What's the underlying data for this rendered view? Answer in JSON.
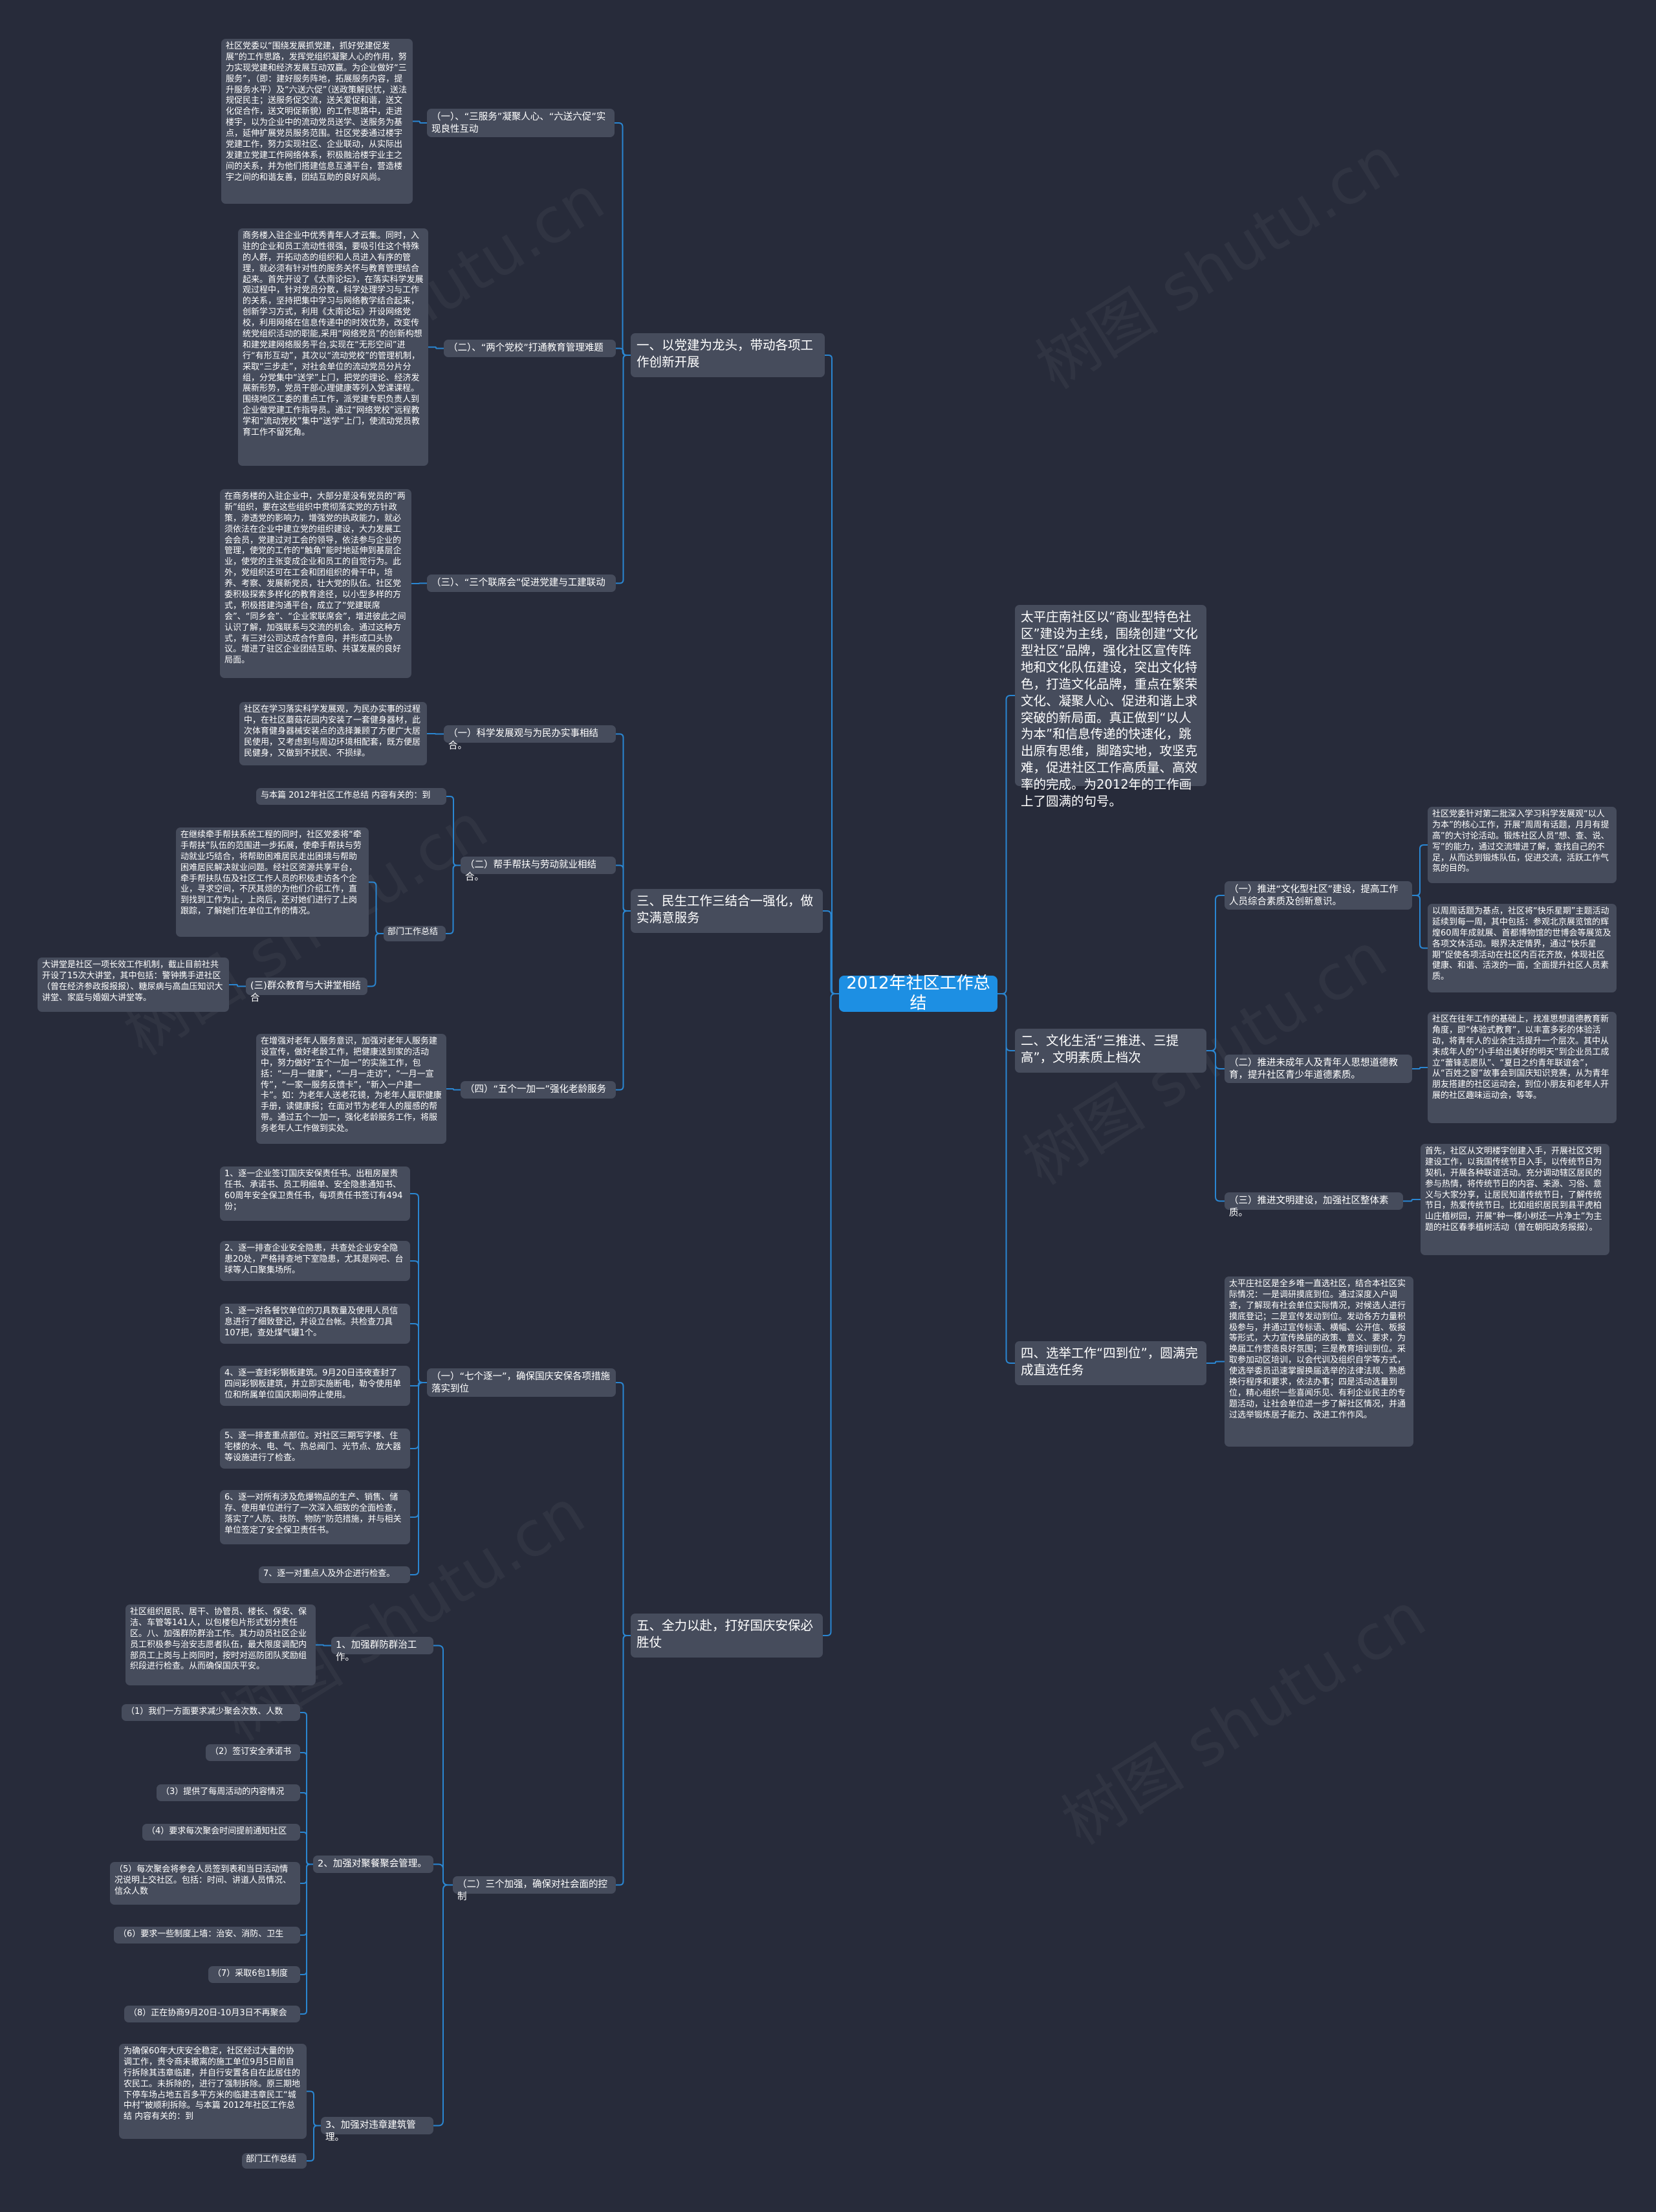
{
  "root": "2012年社区工作总结",
  "watermark": "树图 shutu.cn",
  "colors": {
    "background": "#272b3a",
    "node": "#464c5c",
    "root": "#1d8fe3",
    "line": "#2a86d1"
  },
  "branches": [
    "一、以党建为龙头，带动各项工作创新开展",
    "三、民生工作三结合一强化，做实满意服务",
    "五、全力以赴，打好国庆安保必胜仗",
    "太平庄南社区以“商业型特色社区”建设为主线，围绕创建“文化型社区”品牌，强化社区宣传阵地和文化队伍建设，突出文化特色，打造文化品牌，重点在繁荣文化、凝聚人心、促进和谐上求突破的新局面。真正做到“以人为本”和信息传递的快速化，跳出原有思维，脚踏实地，攻坚克难，促进社区工作高质量、高效率的完成。为2012年的工作画上了圆满的句号。",
    "二、文化生活“三推进、三提高”，文明素质上档次",
    "四、选举工作“四到位”，圆满完成直选任务"
  ],
  "subs": [
    "（一）、“三服务”凝聚人心、“六送六促”实现良性互动",
    "（二）、“两个党校”打通教育管理难题",
    "（三）、“三个联席会”促进党建与工建联动",
    "（一）科学发展观与为民办实事相结合。",
    "（二）帮手帮扶与劳动就业相结合。",
    "部门工作总结",
    "(三)群众教育与大讲堂相结合",
    "（四）“五个一加一”强化老龄服务",
    "（一）“七个逐一”，确保国庆安保各项措施落实到位",
    "（二）三个加强，确保对社会面的控制",
    "1、加强群防群治工作。",
    "2、加强对聚餐聚会管理。",
    "3、加强对违章建筑管理。",
    "（一）推进“文化型社区”建设，提高工作人员综合素质及创新意识。",
    "（二）推进未成年人及青年人思想道德教育，提升社区青少年道德素质。",
    "（三）推进文明建设，加强社区整体素质。"
  ],
  "leaves": [
    "社区党委以“围绕发展抓党建，抓好党建促发展”的工作思路，发挥党组织凝聚人心的作用，努力实现党建和经济发展互动双赢。为企业做好“三服务”，（即：建好服务阵地，拓展服务内容，提升服务水平）及“六送六促”（送政策解民忧，送法规促民主；送服务促交流，送关爱促和谐，送文化促合作，送文明促新貌）的工作思路中，走进楼宇，以为企业中的流动党员送学、送服务为基点，延伸扩展党员服务范围。社区党委通过楼宇党建工作，努力实现社区、企业联动，从实际出发建立党建工作网络体系，积极融洽楼宇业主之间的关系，并为他们搭建信息互通平台，营造楼宇之间的和谐友善，团结互助的良好风尚。",
    "商务楼入驻企业中优秀青年人才云集。同时，入驻的企业和员工流动性很强，要吸引住这个特殊的人群，开拓动态的组织和人员进入有序的管理，就必须有针对性的服务关怀与教育管理结合起来。首先开设了《太南论坛》，在落实科学发展观过程中，针对党员分散，科学处理学习与工作的关系，坚持把集中学习与网络教学结合起来，创新学习方式，利用《太南论坛》开设网络党校，利用网络在信息传递中的时效优势，改变传统党组织活动的职能,采用“网络党员”的创新构想和建党建网络服务平台,实现在“无形空间”进行“有形互动”，其次以“流动党校”的管理机制，采取“三步走”，对社会单位的流动党员分片分组，分党集中“送学”上门，把党的理论、经济发展新形势，党员干部心理健康等列入党课课程。围绕地区工委的重点工作，派党建专职负责人到企业做党建工作指导员。通过“网络党校”远程教学和“流动党校”集中“送学”上门，使流动党员教育工作不留死角。",
    "在商务楼的入驻企业中，大部分是没有党员的“两新”组织，要在这些组织中贯彻落实党的方针政策，渗透党的影响力，增强党的执政能力，就必须依法在企业中建立党的组织建设，大力发展工会会员，党建过对工会的领导，依法参与企业的管理，使党的工作的“触角”能时地延伸到基层企业，使党的主张变成企业和员工的自觉行为。此外，党组织还可在工会和团组织的骨干中，培养、考察、发展新党员，壮大党的队伍。社区党委积极探索多样化的教育途径，以小型多样的方式，积极搭建沟通平台，成立了“党建联席会”、“同乡会”、“企业家联席会”，增进彼此之间认识了解，加强联系与交流的机会。通过这种方式，有三对公司达成合作意向，并形成口头协议。增进了驻区企业团结互助、共谋发展的良好局面。",
    "社区在学习落实科学发展观，为民办实事的过程中，在社区蘑菇花园内安装了一套健身器材，此次体育健身器械安装点的选择兼顾了方便广大居民使用，又考虑到与周边环境相配套，既方便居民健身，又做到不扰民、不损绿。",
    "与本篇 2012年社区工作总结 内容有关的：到",
    "在继续牵手帮扶系统工程的同时，社区党委将“牵手帮扶”队伍的范围进一步拓展，使牵手帮扶与劳动就业巧结合，将帮助困难居民走出困境与帮助困难居民解决就业问题。经社区资源共享平台，牵手帮扶队伍及社区工作人员的积极走访各个企业，寻求空间，不厌其烦的为他们介绍工作，直到找到工作为止，上岗后，还对她们进行了上岗跟踪，了解她们在单位工作的情况。",
    "大讲堂是社区一项长效工作机制，截止目前社共开设了15次大讲堂，其中包括：警钟携手进社区（曾在经济参政报报报）、糖尿病与高血压知识大讲堂、家庭与婚姻大讲堂等。",
    "在增强对老年人服务意识，加强对老年人服务建设宣传，做好老龄工作，把健康送到家的活动中，努力做好“五个一加一”的实施工作，包括：“一月一健康”，“一月一走访”，“一月一宣传”，“一家一服务反馈卡”，“新入一户建一卡”。如：为老年人送老花镜，为老年人履职健康手册，读健康报；在面对节为老年人的履感的帮带。通过五个一加一，强化老龄服务工作，将服务老年人工作做到实处。",
    "1、逐一企业签订国庆安保责任书。出租房屋责任书、承诺书、员工明细单、安全隐患通知书、60周年安全保卫责任书，每项责任书签订有494份；",
    "2、逐一排查企业安全隐患，共查处企业安全隐患20处，严格排查地下室隐患，尤其是网吧、台球等人口聚集场所。",
    "3、逐一对各餐饮单位的刀具数量及使用人员信息进行了细致登记，并设立台帐。共检查刀具107把，查处煤气罐1个。",
    "4、逐一查封彩钢板建筑。9月20日违夜查封了四间彩钢板建筑，并立即实施断电，勒令使用单位和所属单位国庆期间停止使用。",
    "5、逐一排查重点部位。对社区三期写字楼、住宅楼的水、电、气、热总阀门、光节点、放大器等设施进行了检查。",
    "6、逐一对所有涉及危爆物品的生产、销售、储存、使用单位进行了一次深入细致的全面检查，落实了“人防、技防、物防”防范措施，并与相关单位签定了安全保卫责任书。",
    "7、逐一对重点人及外企进行检查。",
    "社区组织居民、居干、协管员、楼长、保安、保洁、车管等141人，以包楼包片形式划分责任区。八、加强群防群治工作。其力动员社区企业员工积极参与治安志愿者队伍，最大限度调配内部员工上岗与上岗同时，按时对巡防团队奖励组织段进行检查。从而确保国庆平安。",
    "（1）我们一方面要求减少聚会次数、人数",
    "（2）签订安全承诺书",
    "（3）提供了每周活动的内容情况",
    "（4）要求每次聚会时间提前通知社区",
    "（5）每次聚会将参会人员签到表和当日活动情况说明上交社区。包括：时间、讲道人员情况、信众人数",
    "（6）要求一些制度上墙：治安、消防、卫生",
    "（7）采取6包1制度",
    "（8）正在协商9月20日-10月3日不再聚会",
    "为确保60年大庆安全稳定，社区经过大量的协调工作，责令商未撤离的施工单位9月5日前自行拆除其违章临建，并自行安置各自在此居住的农民工。未拆除的，进行了强制拆除。原三期地下停车场占地五百多平方米的临建违章民工“城中村”被顺利拆除。与本篇 2012年社区工作总结 内容有关的：到",
    "部门工作总结",
    "社区党委针对第二批深入学习科学发展观“以人为本”的核心工作，开展“周周有话题，月月有提高”的大讨论活动。锻炼社区人员“想、查、说、写”的能力，通过交流增进了解，查找自己的不足，从而达到锻炼队伍，促进交流，活跃工作气氛的目的。",
    "以周周话题为基点，社区将“快乐星期”主题活动延续到每一周，其中包括：参观北京展览馆的辉煌60周年成就展、首都博物馆的世博会等展览及各项文体活动。眼界决定情界，通过“快乐星期”促使各项活动在社区内百花齐放，体现社区健康、和谐、活泼的一面，全面提升社区人员素质。",
    "社区在往年工作的基础上，找准思想道德教育新角度，即“体验式教育”，以丰富多彩的体验活动，将青年人的业余生活提升一个层次。其中从未成年人的“小手给出美好的明天”到企业员工成立“蕾锋志愿队”、“夏日之约青年联谊会”，从“百姓之窗”故事会到国庆知识竞赛，从为青年朋友搭建的社区运动会，到位小朋友和老年人开展的社区趣味运动会，等等。",
    "首先，社区从文明楼宇创建入手，开展社区文明建设工作，以我国传统节日入手，以传统节日为契机，开展各种联谊活动。充分调动辖区居民的参与热情，将传统节日的内容、来源、习俗、意义与大家分享，让居民知道传统节日，了解传统节日，热爱传统节日。比如组织居民到县平虎柏山庄植树园，开展“种一棵小树还一片净土”为主题的社区春季植树活动（曾在朝阳政务报报）。",
    "太平庄社区是全乡唯一直选社区，结合本社区实际情况：一是调研摸底到位。通过深度入户调查，了解现有社会单位实际情况，对候选人进行摸底登记；二是宣传发动到位。发动各方力量积极参与，并通过宣传标语、横幅、公开信、板报等形式，大力宣传换届的政策、意义、要求，为换届工作营造良好氛围；三是教育培训到位。采取参加动区培训，以会代训及组织自学等方式，使选举委员迅速掌握换届选举的法律法规、熟悉换行程序和要求，依法办事；四是活动选量到位，精心组织一些喜闻乐见、有利企业民主的专题活动，让社会单位进一步了解社区情况，并通过选举锻炼居子能力、改进工作作风。"
  ]
}
